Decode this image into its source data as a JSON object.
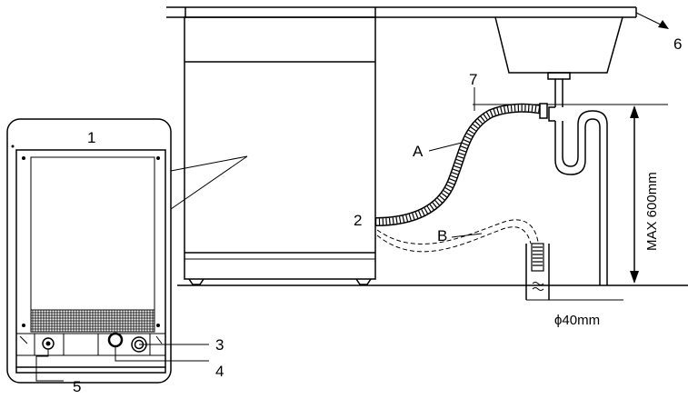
{
  "labels": {
    "n1": "1",
    "n2": "2",
    "n3": "3",
    "n4": "4",
    "n5": "5",
    "n6": "6",
    "n7": "7",
    "a": "A",
    "b": "B"
  },
  "dimensions": {
    "max_height": "MAX 600mm",
    "pipe_diameter": "ϕ40mm"
  }
}
